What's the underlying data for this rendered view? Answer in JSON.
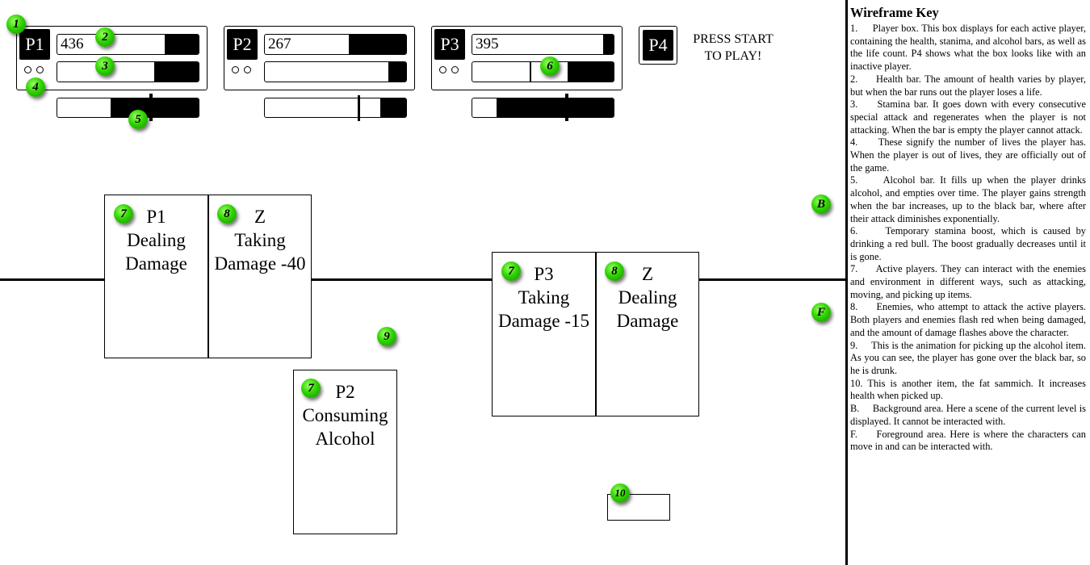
{
  "players": [
    {
      "label": "P1",
      "health": "436"
    },
    {
      "label": "P2",
      "health": "267"
    },
    {
      "label": "P3",
      "health": "395"
    },
    {
      "label": "P4"
    }
  ],
  "p4_message": [
    "PRESS START",
    "TO PLAY!"
  ],
  "characters": [
    {
      "lines": [
        "P1",
        "Dealing",
        "Damage"
      ]
    },
    {
      "lines": [
        "Z",
        "Taking",
        "Damage -40"
      ]
    },
    {
      "lines": [
        "P2",
        "Consuming",
        "Alcohol"
      ]
    },
    {
      "lines": [
        "P3",
        "Taking",
        "Damage -15"
      ]
    },
    {
      "lines": [
        "Z",
        "Dealing",
        "Damage"
      ]
    }
  ],
  "markers": [
    "1",
    "2",
    "3",
    "4",
    "5",
    "6",
    "7",
    "8",
    "9",
    "10",
    "B",
    "F"
  ],
  "key": {
    "title": "Wireframe Key",
    "items": [
      "1.     Player box. This box displays for each active player, containing the health, stanima, and alcohol bars, as well as the life count. P4 shows what the box looks like with an inactive player.",
      "2.     Health bar. The amount of health varies by player, but when the bar runs out the player loses a life.",
      "3.     Stamina bar. It goes down with every consecutive special attack and regenerates when the player is not attacking. When the bar is empty the player cannot attack.",
      "4.     These signify the number of lives the player has. When the player is out of lives, they are officially out of the game.",
      "5.     Alcohol bar. It fills up when the player drinks alcohol, and empties over time. The player gains strength when the bar increases, up to the black bar, where after their attack diminishes exponentially.",
      "6.     Temporary stamina boost, which is caused by drinking a red bull. The boost gradually decreases until it is gone.",
      "7.     Active players. They can interact with the enemies and environment in different ways, such as attacking, moving, and picking up items.",
      "8.     Enemies, who attempt to attack the active players. Both players and enemies flash red when being damaged, and the amount of damage flashes above the character.",
      "9.     This is the animation for picking up the alcohol item. As you can see, the player has gone over the black bar, so he is drunk.",
      "10. This is another item, the fat sammich. It increases health when picked up.",
      "B.     Background area. Here a scene of the current level is displayed. It cannot be interacted with.",
      "F.     Foreground area. Here is where the characters can move in and can be interacted with."
    ]
  }
}
